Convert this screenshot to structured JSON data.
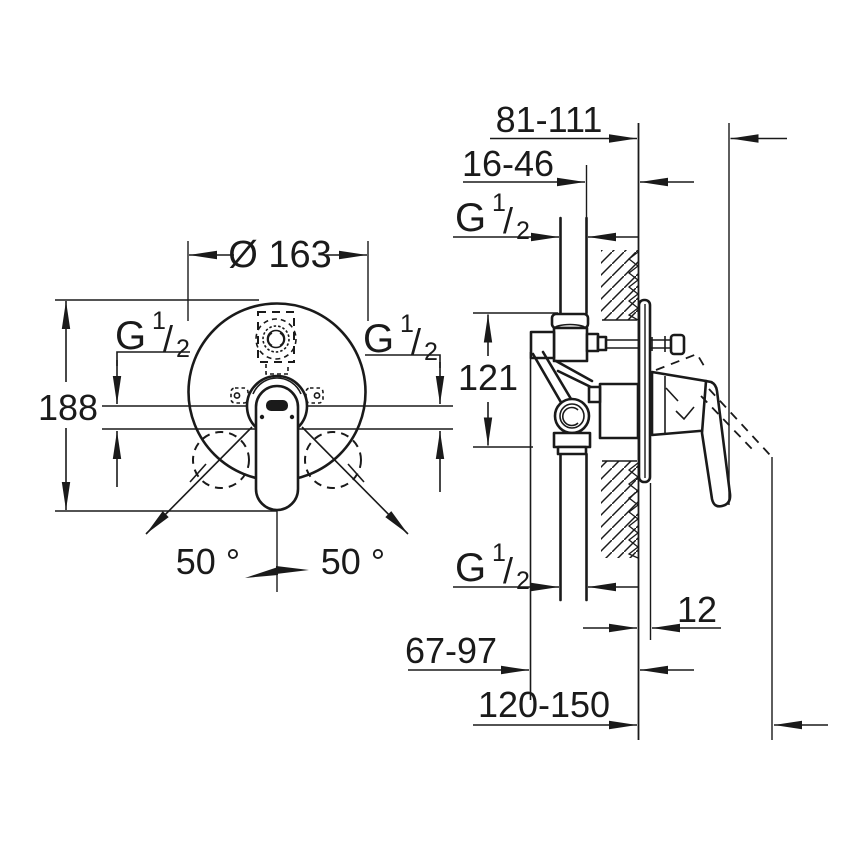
{
  "drawing": {
    "kind": "technical installation dimension drawing",
    "subject": "concealed single-lever bath-shower mixer, front view and side (wall section) view",
    "units": "mm"
  },
  "front_view": {
    "plate_diameter": "Ø 163",
    "height": "188",
    "angle_left": "50 °",
    "angle_right": "50 °"
  },
  "side_view": {
    "handle_to_wall_depth": "81-111",
    "wall_embed_depth": "16-46",
    "port_height": "121",
    "plate_offset": "12",
    "rough_in_depth": "67-97",
    "total_depth": "120-150"
  },
  "thread": {
    "prefix": "G",
    "sup": "1",
    "slash": "/",
    "sub": "2"
  },
  "colors": {
    "ink": "#1a1a1a",
    "background": "#ffffff"
  }
}
